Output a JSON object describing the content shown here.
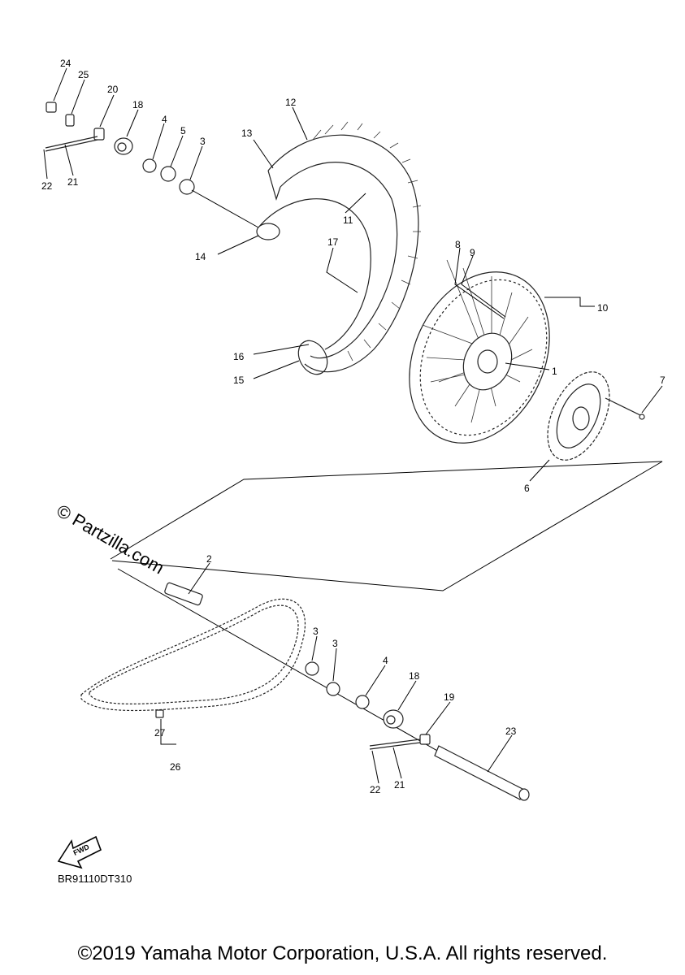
{
  "watermark": "© Partzilla.com",
  "diagram_code": "BR91110DT310",
  "fwd_label": "FWD",
  "copyright": "©2019 Yamaha Motor Corporation, U.S.A. All rights reserved.",
  "callouts": {
    "c1": "1",
    "c2": "2",
    "c3a": "3",
    "c3b": "3",
    "c3c": "3",
    "c4a": "4",
    "c4b": "4",
    "c5": "5",
    "c6": "6",
    "c7": "7",
    "c8": "8",
    "c9": "9",
    "c10": "10",
    "c11": "11",
    "c12": "12",
    "c13": "13",
    "c14": "14",
    "c15": "15",
    "c16": "16",
    "c17": "17",
    "c18a": "18",
    "c18b": "18",
    "c19": "19",
    "c20": "20",
    "c21a": "21",
    "c21b": "21",
    "c22a": "22",
    "c22b": "22",
    "c23": "23",
    "c24": "24",
    "c25": "25",
    "c26": "26",
    "c27": "27"
  },
  "icons": {
    "fwd": "fwd-arrow-icon"
  }
}
